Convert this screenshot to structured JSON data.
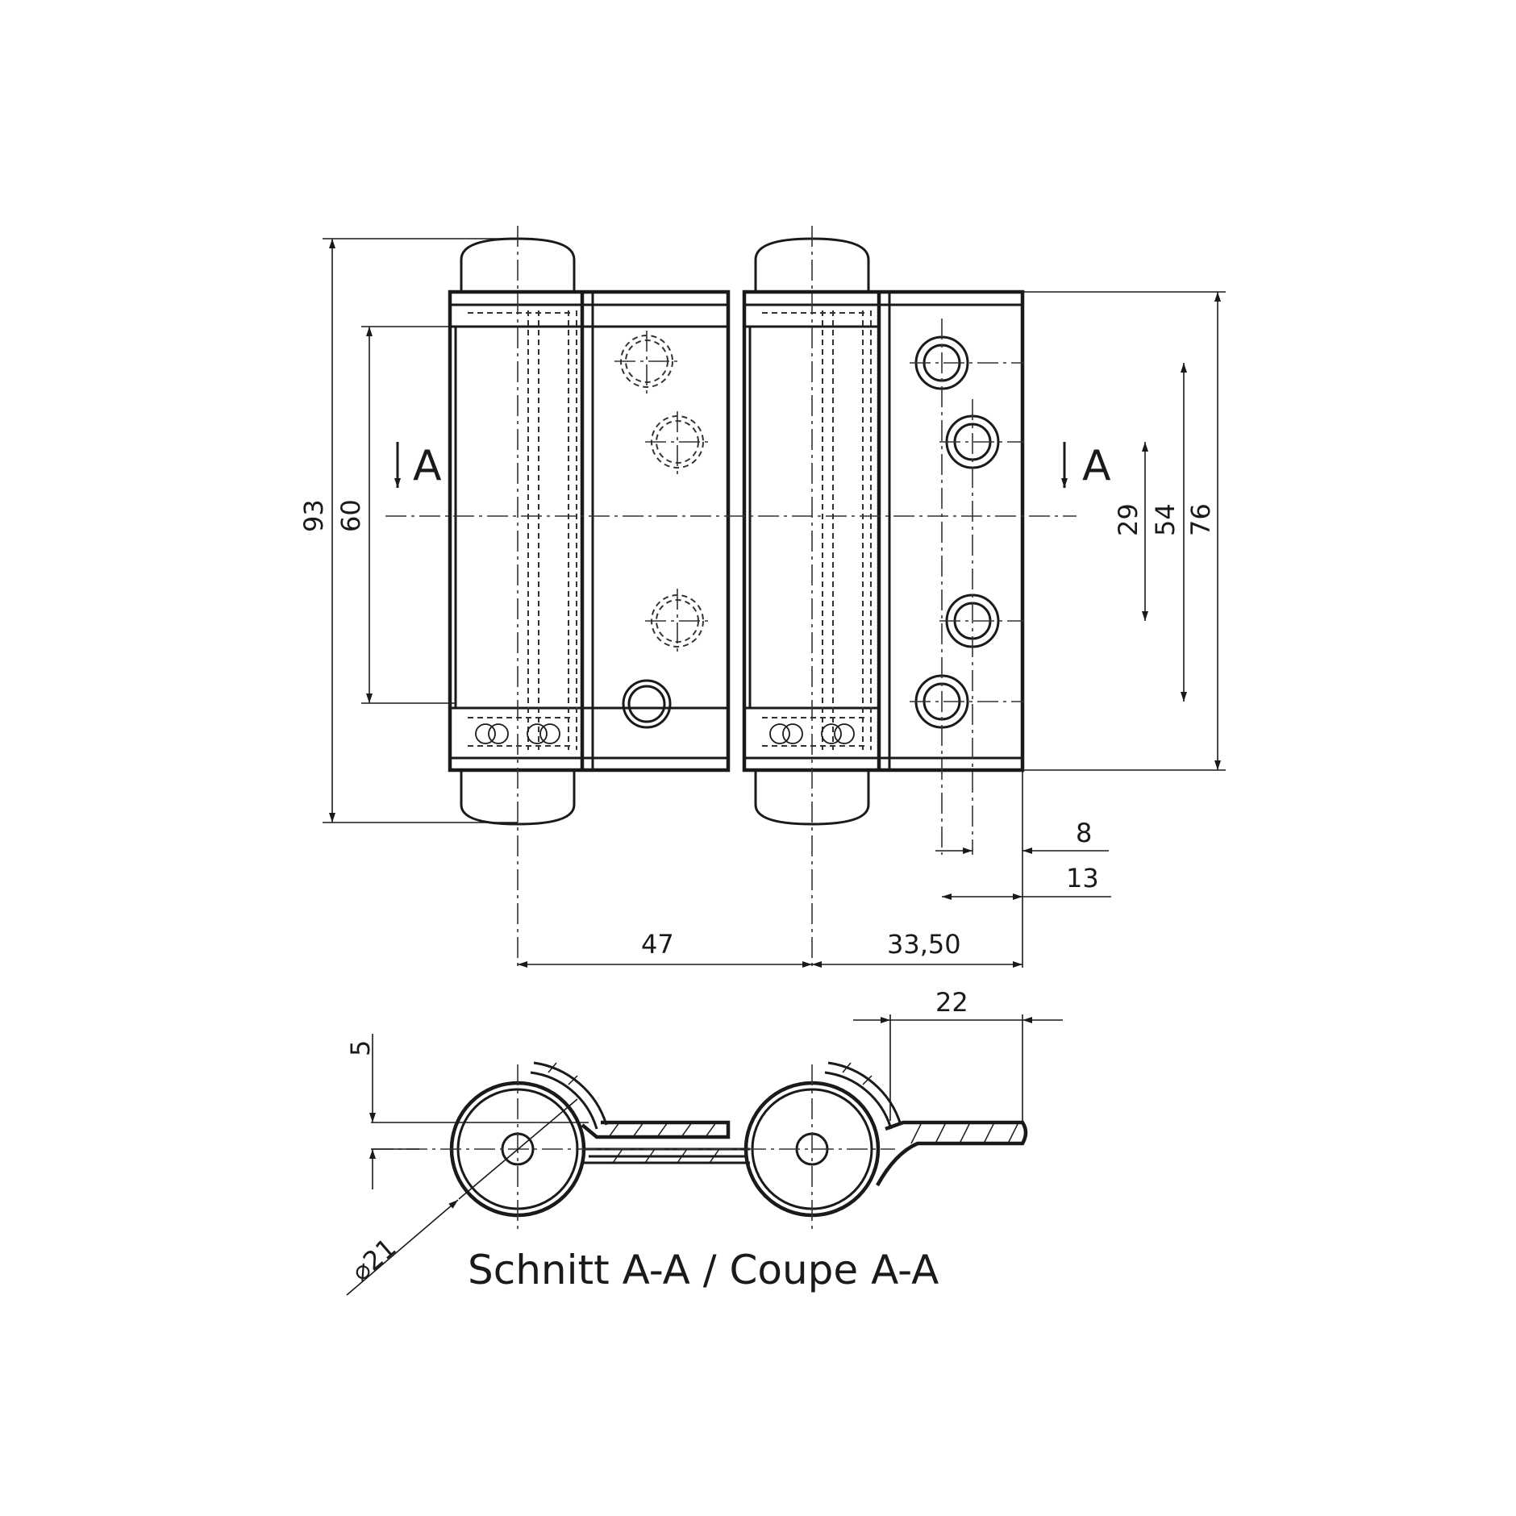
{
  "drawing": {
    "caption": "Schnitt A-A / Coupe A-A",
    "section_marker": "A",
    "dimensions": {
      "overall_height": "93",
      "pin_spacing_height": "60",
      "leaf_height": "76",
      "outer_hole_spacing": "54",
      "inner_hole_spacing": "29",
      "hole_offset_near": "8",
      "hole_offset_far": "13",
      "barrel_center_distance": "47",
      "barrel_to_leaf_edge": "33,50",
      "section_leaf_width": "22",
      "section_leaf_thickness": "5",
      "barrel_diameter": "⌀21"
    }
  }
}
